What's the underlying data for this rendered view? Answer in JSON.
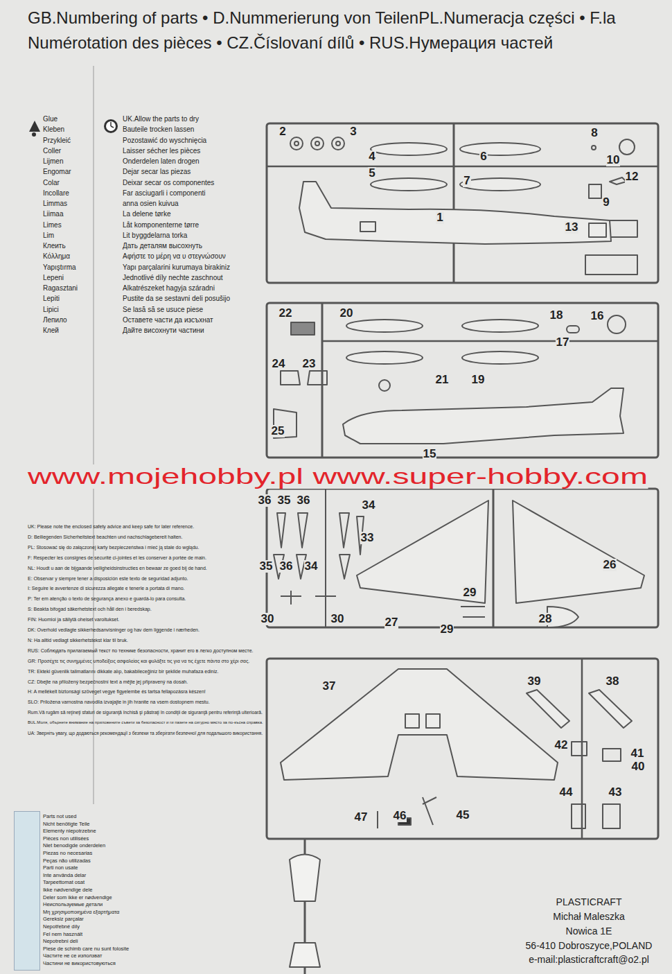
{
  "diagram": {
    "title": "GB.Numbering of parts • D.Nummerierung von TeilenPL.Numeracja części • F.la Numérotation des pièces • CZ.Číslovaní dílů • RUS.Нумерация частей",
    "labels": [
      "Glue",
      "Kleben",
      "Przykleić",
      "Coller",
      "Lijmen",
      "Engomar",
      "Colar",
      "Incollare",
      "Limmas",
      "Liimaa",
      "Limes",
      "Lim",
      "Клеить",
      "Κόλλημα",
      "Yapıştırma",
      "Lepeni",
      "Ragasztani",
      "Lepiti",
      "Lipici",
      "Лепило",
      "Клей",
      "UK.Allow the parts to dry",
      "Bauteile trocken lassen",
      "Pozostawić do wyschnięcia",
      "Laisser sécher les pièces",
      "Onderdelen laten drogen",
      "Dejar secar las piezas",
      "Deixar secar os componentes",
      "Far asciugarli i componenti",
      "anna osien kuivua",
      "La delene tørke",
      "Låt komponenterne tørre",
      "Lit byggdelarna torka",
      "Дать деталям высохнуть",
      "Αφήστε το μέρη να υ στεγνώσουν",
      "Yapı parçalarini kurumaya birakiniz",
      "Jednotlivé díly nechte zaschnout",
      "Alkatrészeket hagyja száradni",
      "Pustite da se sestavni deli posušijo",
      "Se lasă să se usuce piese",
      "Оставете части да изсъхнат",
      "Дайте висохнути частини",
      "UK: Please note the enclosed safety advice and keep safe for later reference.",
      "D: Beiliegenden Sicherheitstext beachten und nachschlagebereit halten.",
      "PL: Stosować się do załączonej karty bezpieczeństwa i mieć ją stale do wglądu.",
      "F: Respecter les consignes de sécurité ci-jointes et les conserver à portée de main.",
      "NL: Houdt u aan de bijgaande veiligheidsinstructies en bewaar ze goed bij de hand.",
      "E: Observar y siempre tener a disposición este texto de seguridad adjunto.",
      "I: Seguire le avvertenze di sicurezza allegate e tenerle a portata di mano.",
      "P: Ter em atenção o texto de segurança anexo e guardá-lo para consulta.",
      "S: Beakta bifogad säkerhetstext och håll den i beredskap.",
      "FIN: Huomioi ja säilytä oheiset varoitukset.",
      "DK: Overhold vedlagte sikkerhedsanvisninger og hav dem liggende i nærheden.",
      "N: Ha alltid vedlagt sikkerhetstekst klar til bruk.",
      "RUS: Соблюдать прилагаемый текст по технике безопасности, хранит его в легко доступном месте.",
      "GR: Προσέχτε τις συνημμένες υποδείξεις ασφαλείας και φυλάξτε τις για να τις έχετε πάντα στο χέρι σας.",
      "TR: Ekteki güvenlik talimatlarını dikkate alıp, bakabileceğiniz bir şekilde muhafaza ediniz.",
      "CZ: Dbejte na přiložený bezpečnostní text a mějte jej připravený na dosah.",
      "H: A mellékelt biztonsági szöveget vegye figyelembe és tartsa fellapozásra készen!",
      "SLO: Priložena varnostna navodila izvajajte in jih hranite na vsem dostopnem mestu.",
      "Rum.Vă rugăm să reţineţi sfaturi de siguranţă închisă şi păstraţi în condiţii de siguranţă pentru referinţă ulterioară.",
      "BUL.Моля, обърнете внимание на приложените съвети за безопасност и ги пазете на сигурно място за по-късна справка.",
      "UA: Зверніть увагу, що додаються рекомендації з безпеки та зберігати безпечної для подальшого використання.",
      "Nicht benötigte Teile",
      "Elementy niepotrzebne",
      "Pièces non utilisées",
      "Niet benodigde onderdelen",
      "Piezas no necesarias",
      "Peças não utilizadas",
      "Parti non usate",
      "Inte använda delar",
      "Tarpeettomat osat",
      "Ikke nødvendige dele",
      "Deler som ikke er nødvendige",
      "Неиспользуемые детали",
      "Μη χρησιμοποιημένα εξαρτήματα",
      "Gereksiz parçalar",
      "Nepotřebné díly",
      "Fel nem használt",
      "Nepotrebni deli",
      "Piese de schimb care nu sunt folosite",
      "Частите не се използват",
      "Частини не використовуються",
      "2",
      "3",
      "8",
      "4",
      "6",
      "10",
      "12",
      "5",
      "7",
      "9",
      "1",
      "13",
      "22",
      "20",
      "18",
      "16",
      "17",
      "24",
      "23",
      "21",
      "19",
      "25",
      "15",
      "36",
      "35",
      "36",
      "34",
      "33",
      "35",
      "36",
      "34",
      "26",
      "29",
      "30",
      "30",
      "27",
      "28",
      "29",
      "37",
      "39",
      "38",
      "42",
      "41",
      "40",
      "44",
      "43",
      "46",
      "47",
      "45",
      "www.mojehobby.pl www.super-hobby.com",
      "PLASTICRAFT",
      "Michał Maleszka",
      "Nowica 1E",
      "56-410 Dobroszyce,POLAND",
      "e-mail:plasticraftcraft@o2.pl"
    ],
    "legend": [
      {
        "text": "Parts not used",
        "color": "#d3e3ea"
      }
    ]
  }
}
